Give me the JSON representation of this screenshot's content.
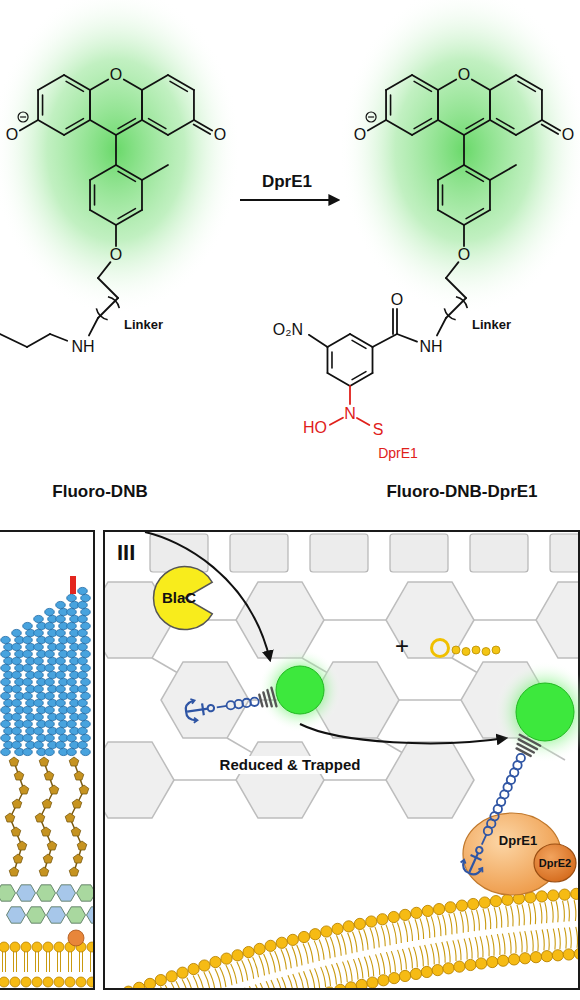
{
  "diagram": {
    "nodes": [
      {
        "text": [
          "III"
        ]
      },
      {
        "text": [
          "BlaC"
        ],
        "in": 0
      },
      {
        "text": [
          "DprE1"
        ],
        "in": 0
      },
      {
        "text": [
          "DprE2"
        ],
        "in": 0
      }
    ],
    "labels": [
      "O",
      "O",
      "O",
      "DprE1",
      "O",
      "O",
      "O",
      "O",
      "NH",
      "Linker",
      "O",
      "O",
      "O₂N",
      "NH",
      "Linker",
      "HO",
      "N",
      "S",
      "DprE1",
      "Fluoro-DNB",
      "Fluoro-DNB-DprE1",
      "+",
      "Reduced & Trapped"
    ]
  }
}
